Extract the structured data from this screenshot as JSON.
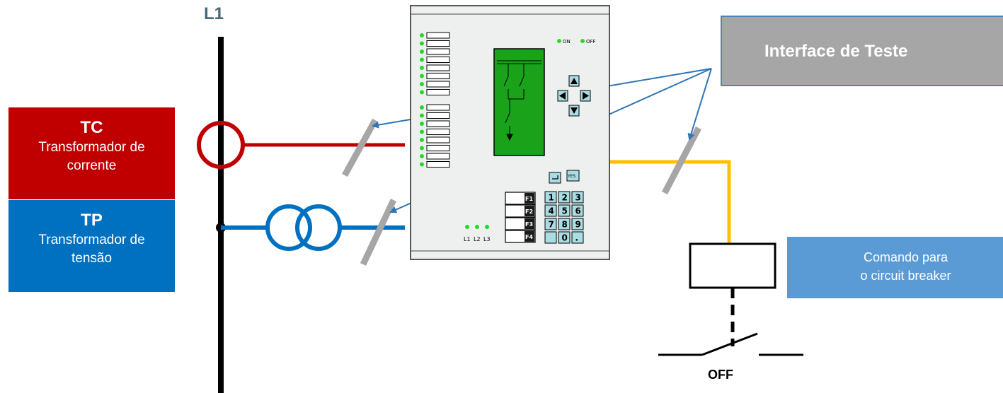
{
  "bus_label": "L1",
  "tc": {
    "title": "TC",
    "line1": "Transformador de",
    "line2": "corrente"
  },
  "tp": {
    "title": "TP",
    "line1": "Transformador de",
    "line2": "tensão"
  },
  "interface": {
    "label": "Interface de Teste"
  },
  "command": {
    "line1": "Comando para",
    "line2": "o circuit breaker"
  },
  "breaker_state": "OFF",
  "relay": {
    "status_on": "ON",
    "status_off": "OFF",
    "phase_labels": [
      "L1",
      "L2",
      "L3"
    ],
    "keypad": [
      "1",
      "2",
      "3",
      "4",
      "5",
      "6",
      "7",
      "8",
      "9",
      "",
      "0",
      "."
    ],
    "function_keys": [
      "F1",
      "F2",
      "F3",
      "F4"
    ],
    "yes_key": "YES"
  },
  "colors": {
    "current_line": "#c00000",
    "voltage_line": "#0070c0",
    "trip_line": "#ffc000",
    "arrow": "#2e75b6",
    "relay_display": "#1aa31a",
    "led": "#22dd22"
  }
}
